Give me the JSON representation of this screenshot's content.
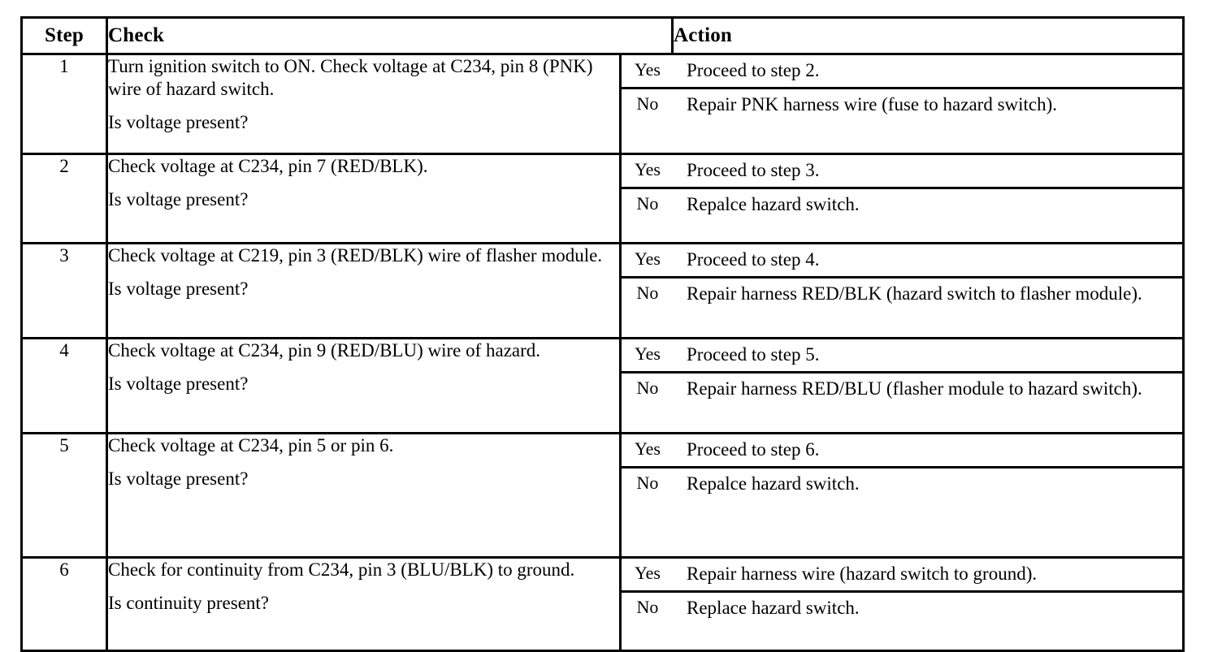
{
  "table": {
    "headers": {
      "step": "Step",
      "check": "Check",
      "yesno": "",
      "action": "Action"
    },
    "yes_label": "Yes",
    "no_label": "No",
    "rows": [
      {
        "step": "1",
        "check_statement": "Turn ignition switch to ON. Check voltage at C234, pin 8 (PNK) wire of hazard switch.",
        "check_question": "Is voltage present?",
        "yes_action": "Proceed to step 2.",
        "no_action": "Repair PNK harness wire (fuse to hazard switch)."
      },
      {
        "step": "2",
        "check_statement": "Check voltage at C234, pin 7 (RED/BLK).",
        "check_question": "Is voltage present?",
        "yes_action": "Proceed to step 3.",
        "no_action": "Repalce hazard switch."
      },
      {
        "step": "3",
        "check_statement": "Check voltage at C219, pin 3 (RED/BLK) wire of flasher module.",
        "check_question": "Is voltage present?",
        "yes_action": "Proceed to step 4.",
        "no_action": "Repair harness RED/BLK (hazard switch to flasher module)."
      },
      {
        "step": "4",
        "check_statement": "Check voltage at C234, pin 9 (RED/BLU) wire of hazard.",
        "check_question": "Is voltage present?",
        "yes_action": "Proceed to step 5.",
        "no_action": "Repair harness RED/BLU (flasher module to hazard switch)."
      },
      {
        "step": "5",
        "check_statement": "Check voltage at C234, pin 5 or pin 6.",
        "check_question": "Is voltage present?",
        "yes_action": "Proceed to step 6.",
        "no_action": "Repalce hazard switch."
      },
      {
        "step": "6",
        "check_statement": "Check for continuity from C234, pin 3 (BLU/BLK) to ground.",
        "check_question": "Is continuity present?",
        "yes_action": "Repair harness wire (hazard switch to ground).",
        "no_action": "Replace hazard switch."
      }
    ]
  },
  "colors": {
    "rule": "#000000",
    "text": "#000000",
    "page_background": "#ffffff"
  }
}
